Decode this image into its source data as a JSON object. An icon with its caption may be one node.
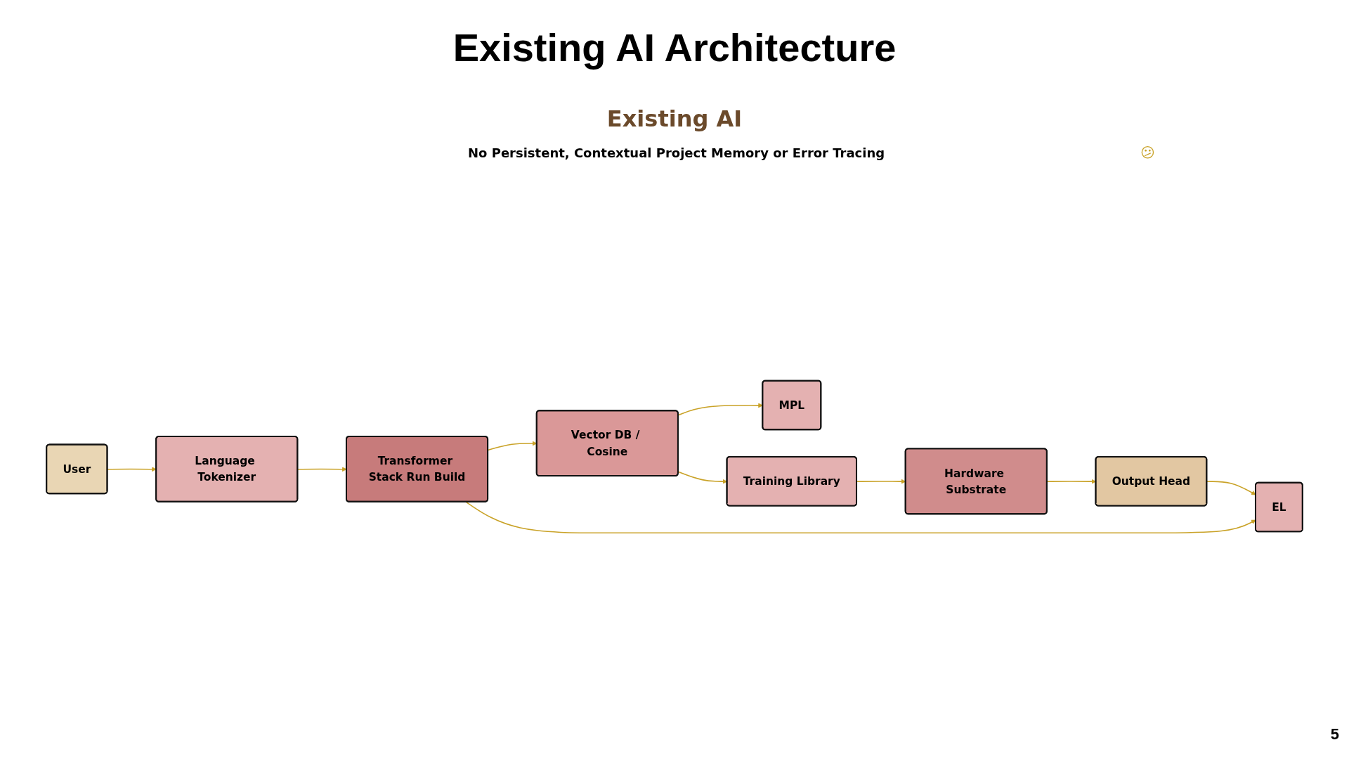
{
  "diagram": {
    "title": "Existing AI Architecture",
    "nodes": [
      {
        "text": [
          "User"
        ]
      },
      {
        "text": [
          "Language Tokenizer"
        ]
      },
      {
        "text": [
          "Transformer Stack Run Build"
        ]
      },
      {
        "text": [
          "MPL"
        ]
      },
      {
        "text": [
          "EL"
        ]
      },
      {
        "text": [
          "Vector DB / Cosine"
        ]
      },
      {
        "text": [
          "Output Head"
        ]
      },
      {
        "text": [
          "Training Library"
        ]
      },
      {
        "text": [
          "Hardware Substrate"
        ]
      }
    ],
    "edges": [
      {
        "from": 0,
        "to": 1,
        "arrow": "to"
      },
      {
        "from": 1,
        "to": 2,
        "arrow": "to"
      },
      {
        "from": 2,
        "to": 5,
        "arrow": "to"
      },
      {
        "from": 5,
        "to": 3,
        "arrow": "to"
      },
      {
        "from": 5,
        "to": 7,
        "arrow": "to"
      },
      {
        "from": 7,
        "to": 8,
        "arrow": "to"
      },
      {
        "from": 8,
        "to": 6,
        "arrow": "to"
      },
      {
        "from": 6,
        "to": 4,
        "arrow": "to"
      },
      {
        "from": 2,
        "to": 4,
        "arrow": "to"
      }
    ],
    "labels": [
      "Existing AI",
      "No Persistent, Contextual Project Memory or Error Tracing",
      "😕",
      "5"
    ]
  }
}
